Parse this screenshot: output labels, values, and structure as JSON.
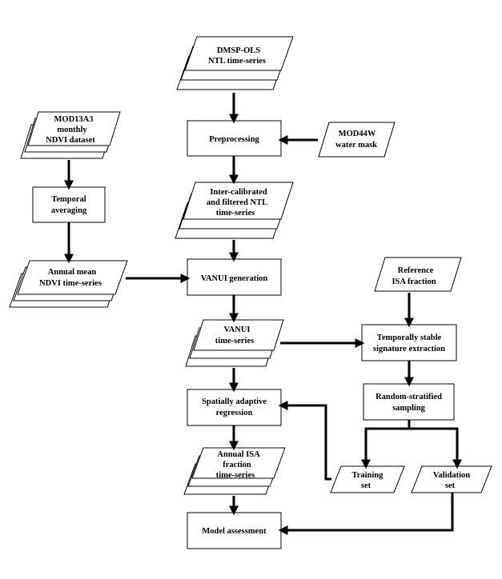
{
  "nodes": {
    "dmsp": [
      "DMSP-OLS",
      "NTL time-series"
    ],
    "mod13": [
      "MOD13A3",
      "monthly",
      "NDVI dataset"
    ],
    "preprocessing": [
      "Preprocessing"
    ],
    "mod44w": [
      "MOD44W",
      "water mask"
    ],
    "temporal_avg": [
      "Temporal",
      "averaging"
    ],
    "intercal": [
      "Inter-calibrated",
      "and filtered NTL",
      "time-series"
    ],
    "annual_ndvi": [
      "Annual mean",
      "NDVI time-series"
    ],
    "vanui_gen": [
      "VANUI generation"
    ],
    "ref_isa": [
      "Reference",
      "ISA fraction"
    ],
    "vanui_ts": [
      "VANUI",
      "time-series"
    ],
    "stable_sig": [
      "Temporally stable",
      "signature extraction"
    ],
    "spatial_reg": [
      "Spatially adaptive",
      "regression"
    ],
    "random_samp": [
      "Random-stratified",
      "sampling"
    ],
    "annual_isa": [
      "Annual ISA",
      "fraction",
      "time-series"
    ],
    "training": [
      "Training",
      "set"
    ],
    "validation": [
      "Validation",
      "set"
    ],
    "model_assess": [
      "Model assessment"
    ]
  }
}
